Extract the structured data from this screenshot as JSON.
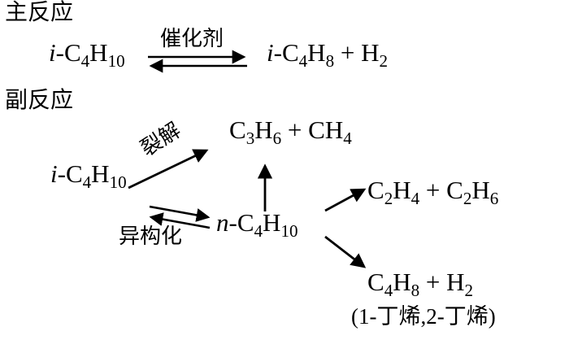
{
  "diagram": {
    "background": "#ffffff",
    "ink": "#000000",
    "sections": {
      "main_label": "主反应",
      "side_label": "副反应"
    },
    "main_reaction": {
      "reactant": "*i*-C~4~H~10~",
      "condition_label": "催化剂",
      "products": "*i*-C~4~H~8~ +  H~2~"
    },
    "side_reactions": {
      "reactant": "*i*-C~4~H~10~",
      "cracking_label": "裂解",
      "cracking_products": "C~3~H~6~  +  CH~4~",
      "isomerization_label": "异构化",
      "isomer": "*n*-C~4~H~10~",
      "products_upper": "C~2~H~4~  +  C~2~H~6~",
      "products_lower": "C~4~H~8~ +  H~2~",
      "butene_note": "(1-丁烯,2-丁烯)"
    }
  }
}
